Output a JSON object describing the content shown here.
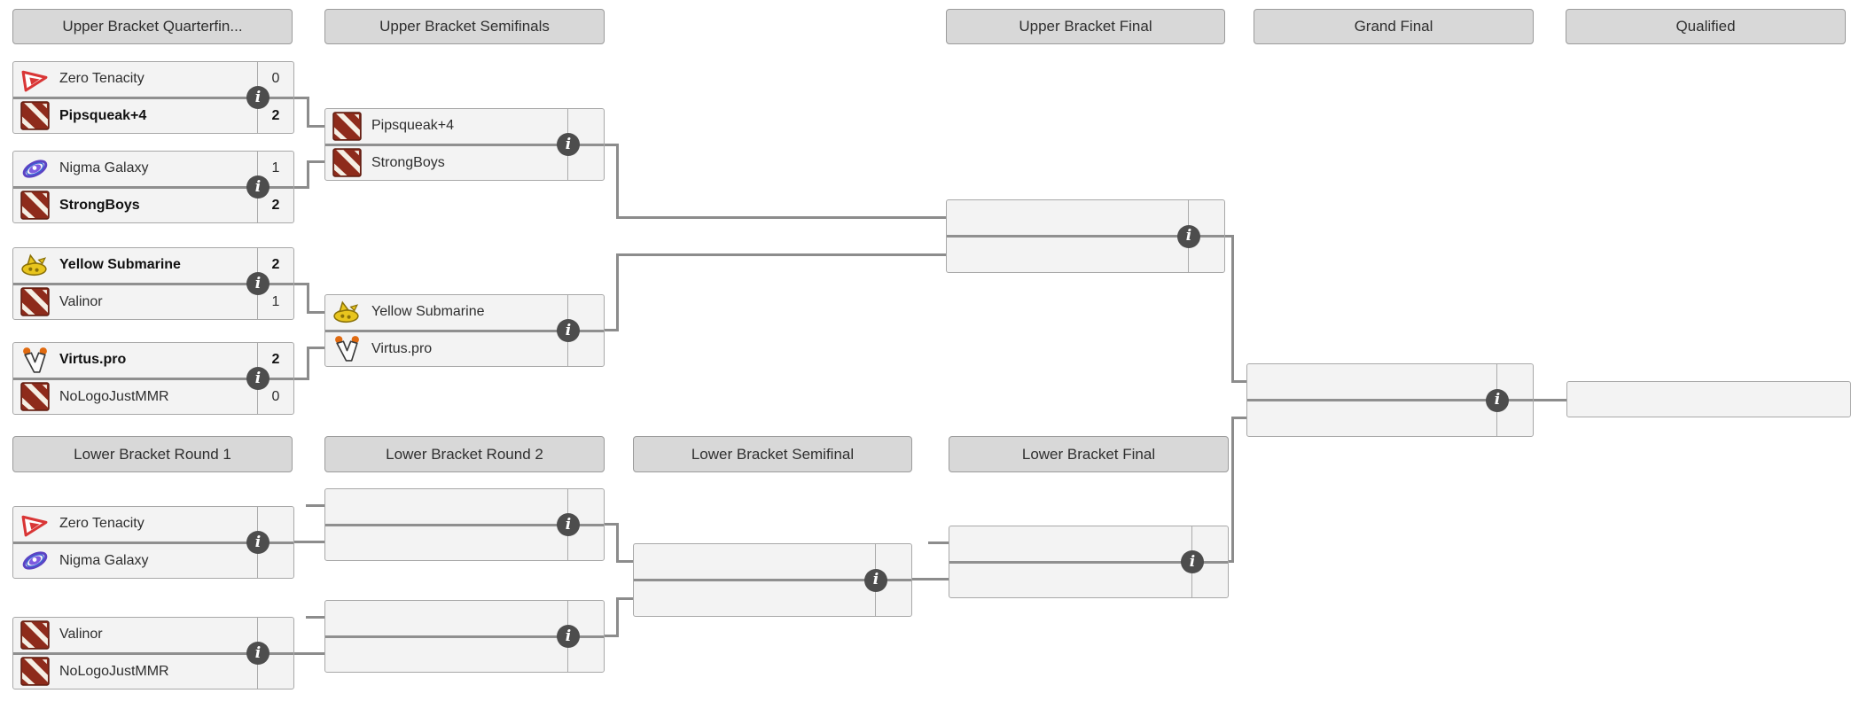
{
  "headers": {
    "upper_quarterfinals": "Upper Bracket Quarterfin...",
    "upper_semifinals": "Upper Bracket Semifinals",
    "upper_final": "Upper Bracket Final",
    "grand_final": "Grand Final",
    "qualified": "Qualified",
    "lower_round1": "Lower Bracket Round 1",
    "lower_round2": "Lower Bracket Round 2",
    "lower_semifinal": "Lower Bracket Semifinal",
    "lower_final": "Lower Bracket Final"
  },
  "icons": {
    "info_glyph": "i"
  },
  "colors": {
    "header_bg": "#d8d8d8",
    "box_bg": "#f3f3f3",
    "border": "#a8a8a8",
    "connector": "#8c8c8c",
    "info_icon_bg": "#4d4d4d",
    "dota_default_red": "#8e2b1b",
    "zero_tenacity_red": "#d93636",
    "nigma_purple": "#5b43c4",
    "yellow_submarine_yellow": "#e8c51e",
    "virtus_pro_orange": "#e06a10"
  },
  "matches": {
    "ubqf1": {
      "top": {
        "name": "Zero Tenacity",
        "score": "0",
        "logo": "#logo-zt",
        "winner": false
      },
      "bottom": {
        "name": "Pipsqueak+4",
        "score": "2",
        "logo": "#logo-dota2",
        "winner": true
      }
    },
    "ubqf2": {
      "top": {
        "name": "Nigma Galaxy",
        "score": "1",
        "logo": "#logo-nigma",
        "winner": false
      },
      "bottom": {
        "name": "StrongBoys",
        "score": "2",
        "logo": "#logo-dota2",
        "winner": true
      }
    },
    "ubqf3": {
      "top": {
        "name": "Yellow Submarine",
        "score": "2",
        "logo": "#logo-ys",
        "winner": true
      },
      "bottom": {
        "name": "Valinor",
        "score": "1",
        "logo": "#logo-dota2",
        "winner": false
      }
    },
    "ubqf4": {
      "top": {
        "name": "Virtus.pro",
        "score": "2",
        "logo": "#logo-vp",
        "winner": true
      },
      "bottom": {
        "name": "NoLogoJustMMR",
        "score": "0",
        "logo": "#logo-dota2",
        "winner": false
      }
    },
    "ubsf1": {
      "top": {
        "name": "Pipsqueak+4",
        "score": "",
        "logo": "#logo-dota2",
        "winner": false
      },
      "bottom": {
        "name": "StrongBoys",
        "score": "",
        "logo": "#logo-dota2",
        "winner": false
      }
    },
    "ubsf2": {
      "top": {
        "name": "Yellow Submarine",
        "score": "",
        "logo": "#logo-ys",
        "winner": false
      },
      "bottom": {
        "name": "Virtus.pro",
        "score": "",
        "logo": "#logo-vp",
        "winner": false
      }
    },
    "ubfinal": {
      "top": {
        "name": "",
        "score": "",
        "winner": false
      },
      "bottom": {
        "name": "",
        "score": "",
        "winner": false
      }
    },
    "grandfinal": {
      "top": {
        "name": "",
        "score": "",
        "winner": false
      },
      "bottom": {
        "name": "",
        "score": "",
        "winner": false
      }
    },
    "qualified_slot": {
      "name": ""
    },
    "lbr1m1": {
      "top": {
        "name": "Zero Tenacity",
        "score": "",
        "logo": "#logo-zt",
        "winner": false
      },
      "bottom": {
        "name": "Nigma Galaxy",
        "score": "",
        "logo": "#logo-nigma",
        "winner": false
      }
    },
    "lbr1m2": {
      "top": {
        "name": "Valinor",
        "score": "",
        "logo": "#logo-dota2",
        "winner": false
      },
      "bottom": {
        "name": "NoLogoJustMMR",
        "score": "",
        "logo": "#logo-dota2",
        "winner": false
      }
    },
    "lbr2b1": {
      "top": {
        "name": "",
        "score": "",
        "winner": false
      },
      "bottom": {
        "name": "",
        "score": "",
        "winner": false
      }
    },
    "lbr2b2": {
      "top": {
        "name": "",
        "score": "",
        "winner": false
      },
      "bottom": {
        "name": "",
        "score": "",
        "winner": false
      }
    },
    "lbsf": {
      "top": {
        "name": "",
        "score": "",
        "winner": false
      },
      "bottom": {
        "name": "",
        "score": "",
        "winner": false
      }
    },
    "lbfinal": {
      "top": {
        "name": "",
        "score": "",
        "winner": false
      },
      "bottom": {
        "name": "",
        "score": "",
        "winner": false
      }
    }
  }
}
